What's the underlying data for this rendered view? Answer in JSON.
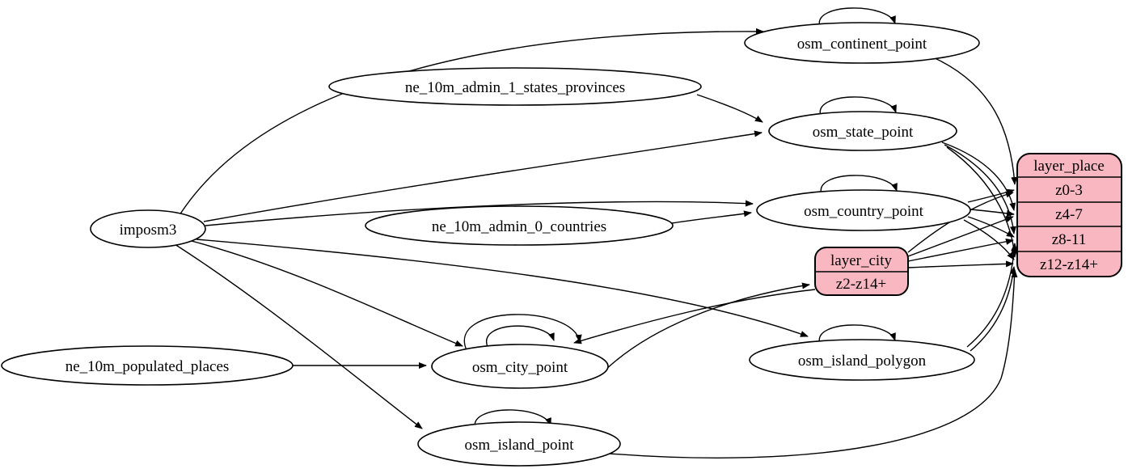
{
  "diagram": {
    "kind": "etl-dependency-graph",
    "background": "#ffffff"
  },
  "colors": {
    "layer_fill": "#f9b7c1",
    "table_fill": "#ffffff",
    "edge": "#000000",
    "text": "#000000"
  },
  "sources": {
    "imposm3": "imposm3",
    "ne_states": "ne_10m_admin_1_states_provinces",
    "ne_countries": "ne_10m_admin_0_countries",
    "ne_places": "ne_10m_populated_places"
  },
  "tables": {
    "continent": "osm_continent_point",
    "state": "osm_state_point",
    "country": "osm_country_point",
    "city": "osm_city_point",
    "island_polygon": "osm_island_polygon",
    "island_point": "osm_island_point"
  },
  "layers": {
    "layer_city": {
      "title": "layer_city",
      "rows": [
        "z2-z14+"
      ]
    },
    "layer_place": {
      "title": "layer_place",
      "rows": [
        "z0-3",
        "z4-7",
        "z8-11",
        "z12-z14+"
      ]
    }
  },
  "edges": [
    {
      "from": "imposm3",
      "to": "osm_continent_point"
    },
    {
      "from": "imposm3",
      "to": "osm_state_point"
    },
    {
      "from": "imposm3",
      "to": "osm_country_point"
    },
    {
      "from": "imposm3",
      "to": "osm_city_point"
    },
    {
      "from": "imposm3",
      "to": "osm_island_polygon"
    },
    {
      "from": "imposm3",
      "to": "osm_island_point"
    },
    {
      "from": "ne_10m_admin_1_states_provinces",
      "to": "osm_state_point"
    },
    {
      "from": "ne_10m_admin_0_countries",
      "to": "osm_country_point"
    },
    {
      "from": "ne_10m_populated_places",
      "to": "osm_city_point"
    },
    {
      "from": "osm_continent_point",
      "to": "osm_continent_point"
    },
    {
      "from": "osm_state_point",
      "to": "osm_state_point"
    },
    {
      "from": "osm_country_point",
      "to": "osm_country_point"
    },
    {
      "from": "osm_city_point",
      "to": "osm_city_point"
    },
    {
      "from": "osm_city_point",
      "to": "osm_city_point"
    },
    {
      "from": "osm_island_polygon",
      "to": "osm_island_polygon"
    },
    {
      "from": "osm_island_point",
      "to": "osm_island_point"
    },
    {
      "from": "osm_continent_point",
      "to": "layer_place",
      "row": "z0-3"
    },
    {
      "from": "osm_country_point",
      "to": "layer_place",
      "row": "z0-3"
    },
    {
      "from": "osm_country_point",
      "to": "layer_place",
      "row": "z4-7"
    },
    {
      "from": "osm_country_point",
      "to": "layer_place",
      "row": "z8-11"
    },
    {
      "from": "osm_country_point",
      "to": "layer_place",
      "row": "z12-z14+"
    },
    {
      "from": "osm_state_point",
      "to": "layer_place",
      "row": "z4-7"
    },
    {
      "from": "osm_state_point",
      "to": "layer_place",
      "row": "z8-11"
    },
    {
      "from": "osm_state_point",
      "to": "layer_place",
      "row": "z12-z14+"
    },
    {
      "from": "osm_city_point",
      "to": "layer_city",
      "row": "z2-z14+"
    },
    {
      "from": "layer_city",
      "to": "osm_city_point"
    },
    {
      "from": "layer_city",
      "to": "layer_place",
      "row": "z0-3"
    },
    {
      "from": "layer_city",
      "to": "layer_place",
      "row": "z4-7"
    },
    {
      "from": "layer_city",
      "to": "layer_place",
      "row": "z8-11"
    },
    {
      "from": "layer_city",
      "to": "layer_place",
      "row": "z12-z14+"
    },
    {
      "from": "osm_island_polygon",
      "to": "layer_place",
      "row": "z8-11"
    },
    {
      "from": "osm_island_polygon",
      "to": "layer_place",
      "row": "z12-z14+"
    },
    {
      "from": "osm_island_point",
      "to": "layer_place",
      "row": "z12-z14+"
    }
  ]
}
